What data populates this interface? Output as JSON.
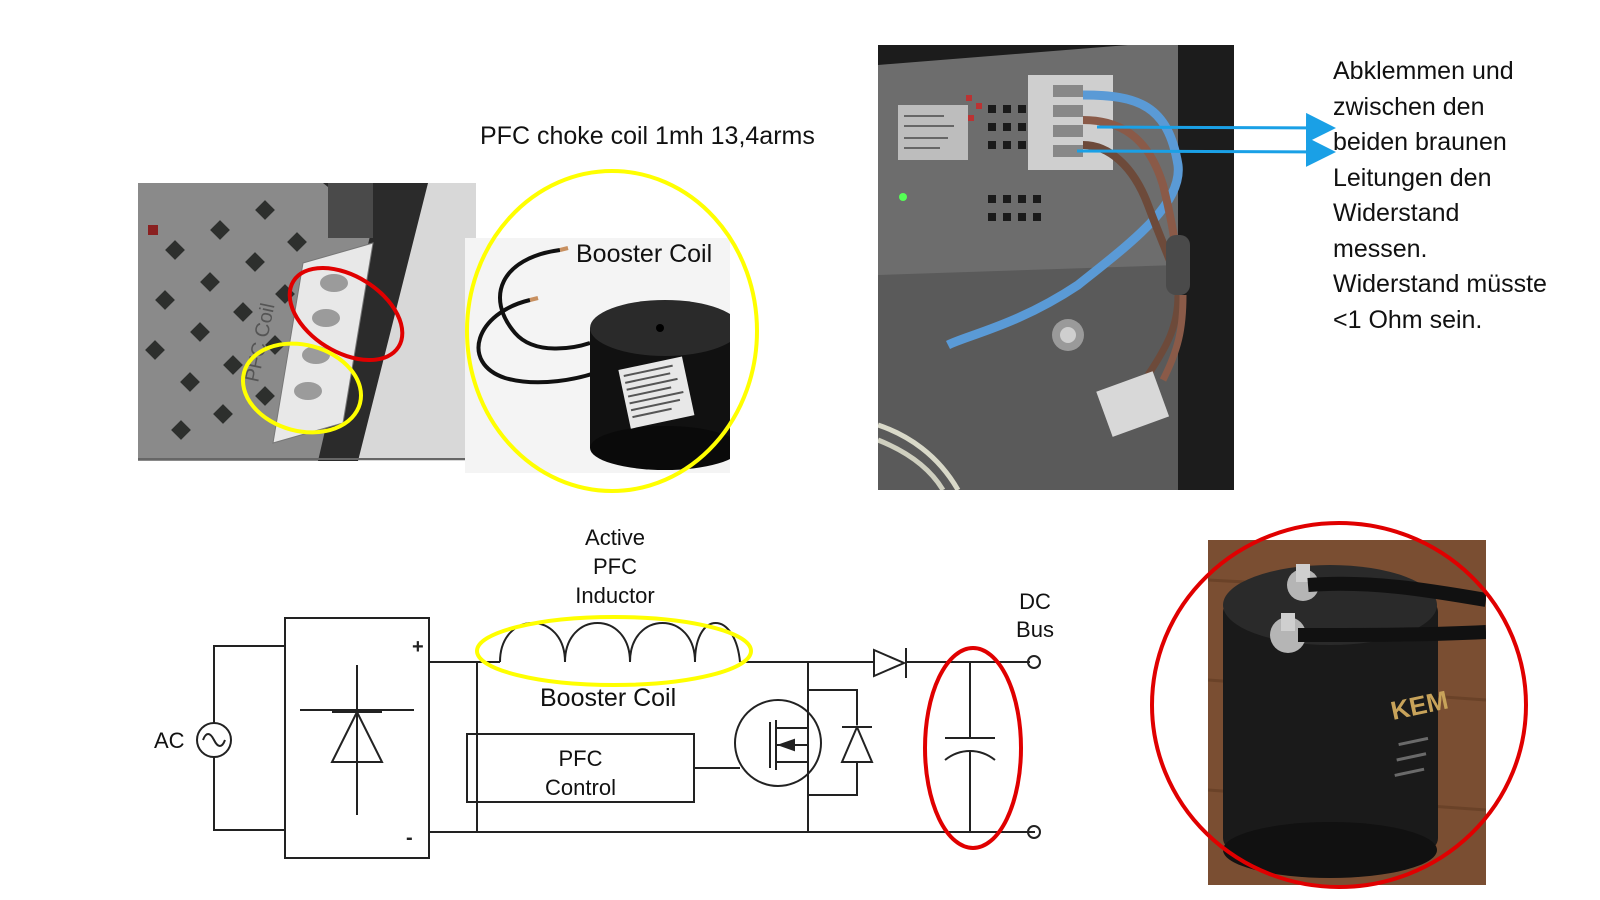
{
  "photo_top_left": {
    "printed_text": "PFC Coil"
  },
  "coil_product": {
    "title": "PFC choke coil 1mh 13,4arms",
    "label": "Booster Coil",
    "sticker_text": "Type: 06010016\nCore: MMMMM\nSer. No.: 0000000\nPart No.: 0000000\nL=1mH 13.4Arms"
  },
  "photo_top_right": {
    "description_arrows_target": "note"
  },
  "note": {
    "lines": [
      "Abklemmen und",
      "zwischen den",
      " beiden braunen",
      "Leitungen den",
      "Widerstand",
      "messen.",
      "Widerstand müsste",
      "<1 Ohm sein."
    ]
  },
  "schematic": {
    "ac_label": "AC",
    "plus_label": "+",
    "minus_label": "-",
    "inductor_label_lines": [
      "Active",
      "PFC",
      "Inductor"
    ],
    "booster_label": "Booster Coil",
    "pfc_control_lines": [
      "PFC",
      "Control"
    ],
    "dc_bus_lines": [
      "DC",
      "Bus"
    ]
  },
  "capacitor_photo": {
    "brand_text": "KEM"
  },
  "colors": {
    "highlight_yellow": "#ffff00",
    "highlight_red": "#e00000",
    "arrow_blue": "#1aa0e6"
  }
}
